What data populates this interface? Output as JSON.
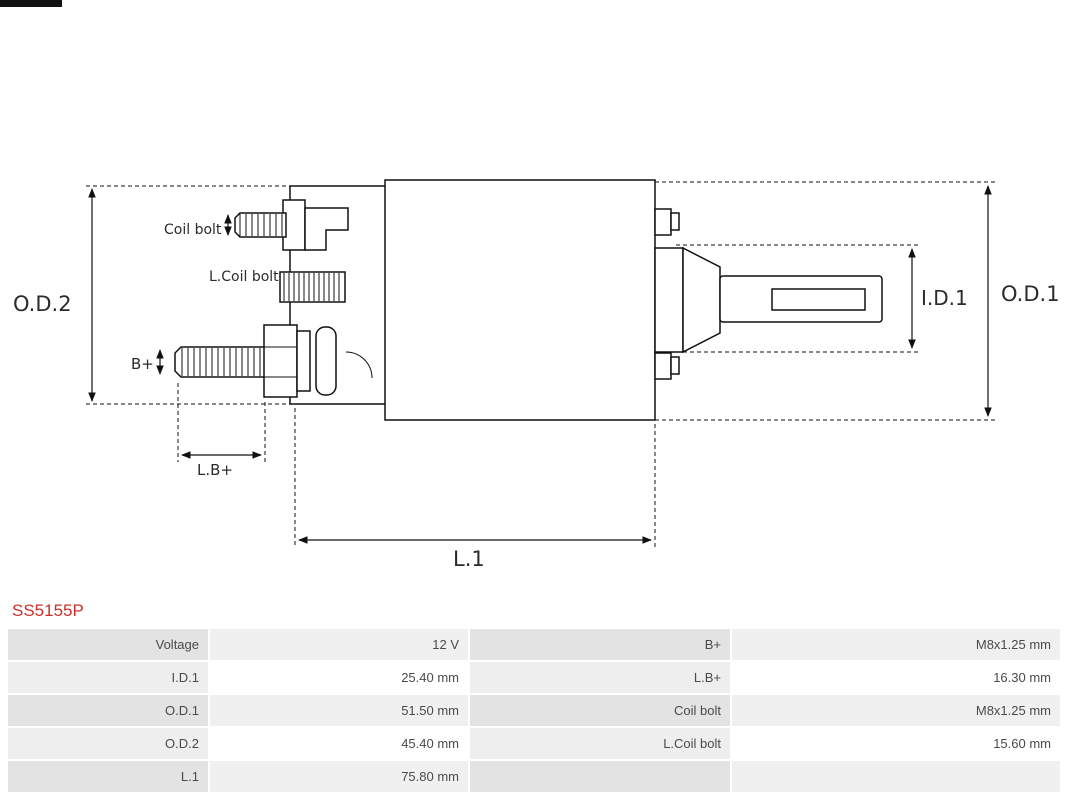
{
  "part": {
    "number": "SS5155P",
    "color": "#c9302c"
  },
  "diagram": {
    "labels": {
      "od2": "O.D.2",
      "od1": "O.D.1",
      "id1": "I.D.1",
      "l1": "L.1",
      "lbplus": "L.B+",
      "bplus": "B+",
      "coil_bolt": "Coil bolt",
      "l_coil_bolt": "L.Coil bolt"
    }
  },
  "table": {
    "rows": [
      {
        "c1": "Voltage",
        "c2": "12 V",
        "c3": "B+",
        "c4": "M8x1.25 mm"
      },
      {
        "c1": "I.D.1",
        "c2": "25.40 mm",
        "c3": "L.B+",
        "c4": "16.30 mm"
      },
      {
        "c1": "O.D.1",
        "c2": "51.50 mm",
        "c3": "Coil bolt",
        "c4": "M8x1.25 mm"
      },
      {
        "c1": "O.D.2",
        "c2": "45.40 mm",
        "c3": "L.Coil bolt",
        "c4": "15.60 mm"
      },
      {
        "c1": "L.1",
        "c2": "75.80 mm",
        "c3": "",
        "c4": ""
      }
    ]
  }
}
